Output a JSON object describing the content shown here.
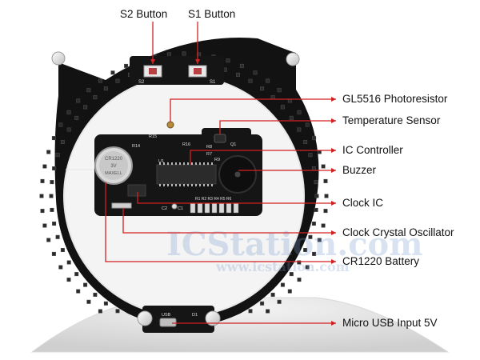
{
  "colors": {
    "callout_line": "#d32222",
    "pcb": "#121212",
    "acrylic": "#f2f2f2",
    "led": "#2a2a2a"
  },
  "labels": {
    "s2_button": "S2 Button",
    "s1_button": "S1 Button",
    "photoresistor": "GL5516 Photoresistor",
    "temperature_sensor": "Temperature Sensor",
    "ic_controller": "IC Controller",
    "buzzer": "Buzzer",
    "clock_ic": "Clock IC",
    "crystal": "Clock Crystal Oscillator",
    "battery": "CR1220 Battery",
    "usb": "Micro USB Input 5V"
  },
  "silkscreen": {
    "s2": "S2",
    "s1": "S1",
    "r15": "R15",
    "r14": "R14",
    "r16": "R16",
    "r8": "R8",
    "r7": "R7",
    "r9": "R9",
    "q1": "Q1",
    "u1": "U1",
    "r1_r6": "R1 R2 R3 R4 R5 R6",
    "c2": "C2",
    "c1": "C1",
    "usb": "USB",
    "d1": "D1"
  },
  "battery_text": [
    "CR1220",
    "3V",
    "MAXELL"
  ],
  "watermark": {
    "main": "ICStation.com",
    "url": "www.icstation.com"
  }
}
